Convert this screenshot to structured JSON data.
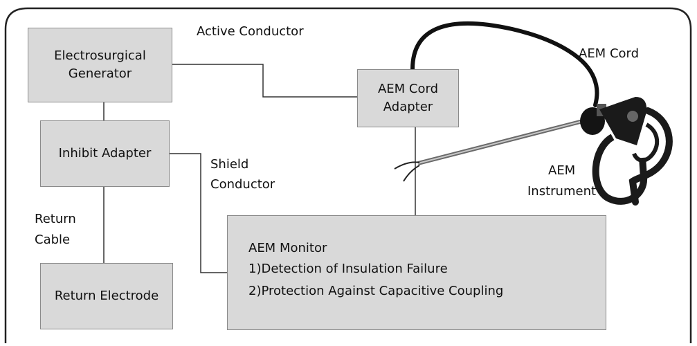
{
  "boxes": {
    "generator": [
      "Electrosurgical",
      "Generator"
    ],
    "inhibit": "Inhibit Adapter",
    "return_electrode": "Return Electrode",
    "cord_adapter": [
      "AEM Cord",
      "Adapter"
    ]
  },
  "labels": {
    "active_conductor": "Active Conductor",
    "aem_cord": "AEM Cord",
    "shield_conductor": [
      "Shield",
      "Conductor"
    ],
    "return_cable": [
      "Return",
      "Cable"
    ],
    "aem_instrument": [
      "AEM",
      "Instrument"
    ]
  },
  "monitor": {
    "title": "AEM Monitor",
    "items": [
      "1)Detection of Insulation Failure",
      "2)Protection Against Capacitive Coupling"
    ]
  },
  "colors": {
    "box_fill": "#d9d9d9",
    "line": "#333333",
    "instrument": "#1a1a1a"
  }
}
